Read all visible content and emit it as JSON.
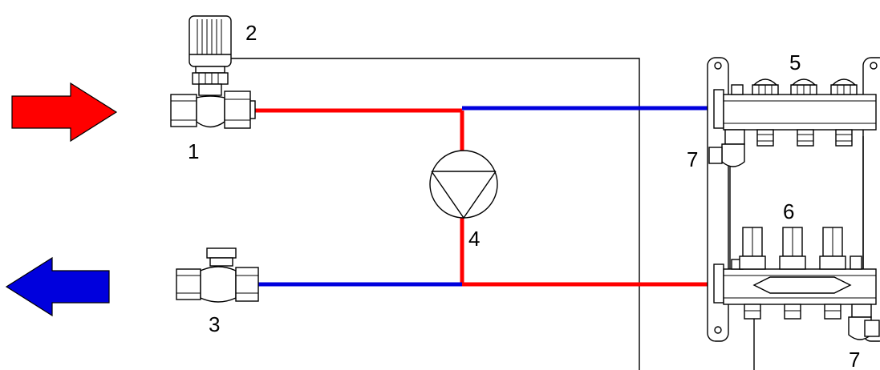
{
  "diagram": {
    "labels": {
      "thermostatic_valve": "1",
      "thermostatic_head": "2",
      "return_valve": "3",
      "circulation_pump": "4",
      "supply_manifold": "5",
      "return_manifold": "6",
      "drain_valve_top": "7",
      "drain_valve_bottom": "7"
    },
    "colors": {
      "hot": "#ff0000",
      "cold": "#0000dd",
      "outline": "#000000"
    },
    "icons": {
      "inflow_arrow": "arrow-right-icon",
      "outflow_arrow": "arrow-left-icon",
      "pump": "pump-icon"
    }
  }
}
